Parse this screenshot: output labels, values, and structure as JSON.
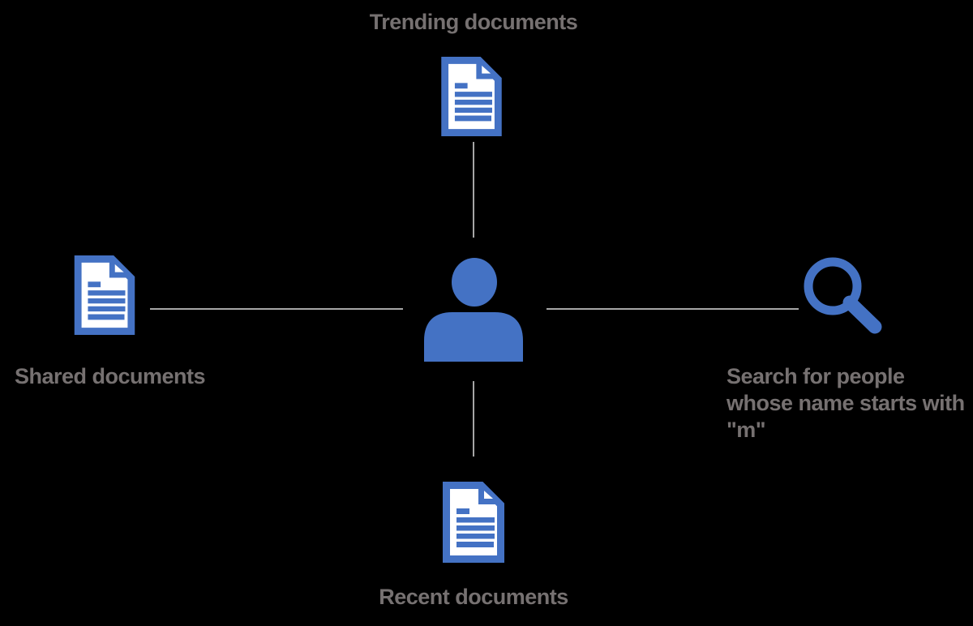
{
  "diagram": {
    "background_color": "#000000",
    "accent_color": "#4472C4",
    "label_color": "#767171",
    "connector_color": "#A6A6A6",
    "center": {
      "icon": "person-icon"
    },
    "nodes": [
      {
        "position": "top",
        "icon": "document-icon",
        "label": "Trending documents"
      },
      {
        "position": "left",
        "icon": "document-icon",
        "label": "Shared documents"
      },
      {
        "position": "right",
        "icon": "search-icon",
        "label": "Search for people whose name starts with \"m\""
      },
      {
        "position": "bottom",
        "icon": "document-icon",
        "label": "Recent documents"
      }
    ]
  }
}
